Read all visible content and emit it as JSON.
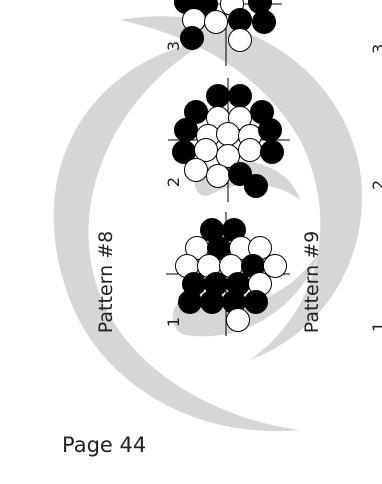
{
  "page": {
    "footer": "Page 44"
  },
  "patterns": [
    {
      "title": "Pattern #8",
      "steps": [
        "1",
        "2",
        "3"
      ]
    },
    {
      "title": "Pattern #9",
      "steps": [
        "1",
        "2",
        "3"
      ]
    }
  ],
  "bead_diagrams": [
    {
      "step": "1",
      "beads": [
        "black",
        "black",
        "white",
        "black",
        "white",
        "white",
        "white",
        "white",
        "white",
        "black",
        "white",
        "black",
        "black",
        "black",
        "white",
        "black",
        "black",
        "black",
        "black",
        "white"
      ]
    },
    {
      "step": "2",
      "beads": [
        "black",
        "black",
        "black",
        "black",
        "white",
        "white",
        "black",
        "white",
        "white",
        "white",
        "black",
        "black",
        "white",
        "white",
        "white",
        "black",
        "white",
        "white",
        "black",
        "black"
      ]
    },
    {
      "step": "3",
      "beads": [
        "black",
        "black",
        "white",
        "black",
        "white",
        "white",
        "black",
        "black",
        "black",
        "white"
      ]
    }
  ],
  "colors": {
    "bead_dark": "#000000",
    "bead_light": "#ffffff",
    "watermark": "#d6d6d6",
    "text": "#222222"
  }
}
